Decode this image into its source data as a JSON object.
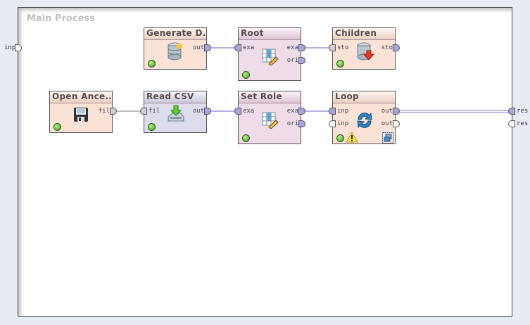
{
  "process": {
    "title": "Main Process",
    "inputs": [
      {
        "label": "inp",
        "connected": false
      }
    ],
    "outputs": [
      {
        "label": "res",
        "connected": true
      },
      {
        "label": "res",
        "connected": false
      }
    ]
  },
  "operators": [
    {
      "id": "generate",
      "name": "Generate D...",
      "icon": "database-generate-icon",
      "color": "peach",
      "in_ports": [],
      "out_ports": [
        {
          "label": "out",
          "state": "filled"
        }
      ],
      "status": "ok"
    },
    {
      "id": "root",
      "name": "Root",
      "icon": "table-edit-icon",
      "color": "pink",
      "in_ports": [
        {
          "label": "exa",
          "state": "filled"
        }
      ],
      "out_ports": [
        {
          "label": "exa",
          "state": "filled"
        },
        {
          "label": "ori",
          "state": "filled"
        }
      ],
      "status": "ok"
    },
    {
      "id": "children",
      "name": "Children",
      "icon": "database-store-icon",
      "color": "peach",
      "in_ports": [
        {
          "label": "sto",
          "state": "gray"
        }
      ],
      "out_ports": [
        {
          "label": "sto",
          "state": "filled"
        }
      ],
      "status": "ok"
    },
    {
      "id": "open",
      "name": "Open Ance...",
      "icon": "floppy-disk-icon",
      "color": "peach",
      "in_ports": [],
      "out_ports": [
        {
          "label": "fil",
          "state": "gray"
        }
      ],
      "status": "ok"
    },
    {
      "id": "readcsv",
      "name": "Read CSV",
      "icon": "import-tray-icon",
      "color": "lav",
      "in_ports": [
        {
          "label": "fil",
          "state": "gray"
        }
      ],
      "out_ports": [
        {
          "label": "out",
          "state": "filled"
        }
      ],
      "status": "ok"
    },
    {
      "id": "setrole",
      "name": "Set Role",
      "icon": "table-edit-icon",
      "color": "pink",
      "in_ports": [
        {
          "label": "exa",
          "state": "filled"
        }
      ],
      "out_ports": [
        {
          "label": "exa",
          "state": "filled"
        },
        {
          "label": "ori",
          "state": "filled"
        }
      ],
      "status": "ok"
    },
    {
      "id": "loop",
      "name": "Loop",
      "icon": "loop-arrows-icon",
      "color": "peach",
      "in_ports": [
        {
          "label": "inp",
          "state": "filled"
        },
        {
          "label": "inp",
          "state": "empty"
        }
      ],
      "out_ports": [
        {
          "label": "out",
          "state": "filled"
        },
        {
          "label": "out",
          "state": "empty"
        }
      ],
      "status": "ok",
      "warning": true,
      "subprocess": true
    }
  ],
  "colors": {
    "wire": "#9e9ad8",
    "wire_gray": "#aaaaaa",
    "port_filled": "#a8a4e0"
  }
}
